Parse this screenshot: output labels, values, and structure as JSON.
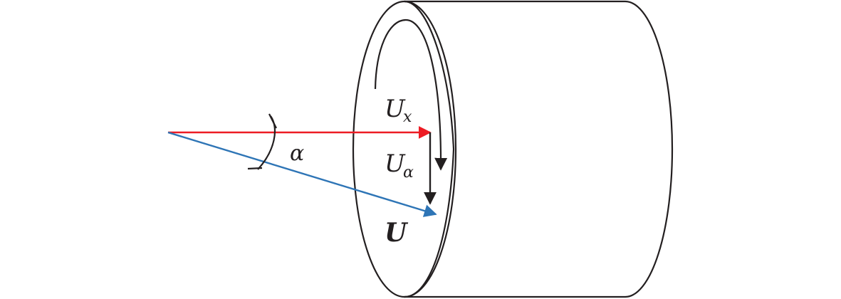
{
  "labels": {
    "tangential_velocity": "U",
    "tangential_subscript": "x",
    "circumferential_velocity": "U",
    "circumferential_subscript": "α",
    "resultant_velocity": "U",
    "angle": "α"
  },
  "colors": {
    "outline": "#231f20",
    "axial_arrow": "#ed1c24",
    "resultant_arrow": "#2e75b6",
    "background": "#ffffff"
  }
}
